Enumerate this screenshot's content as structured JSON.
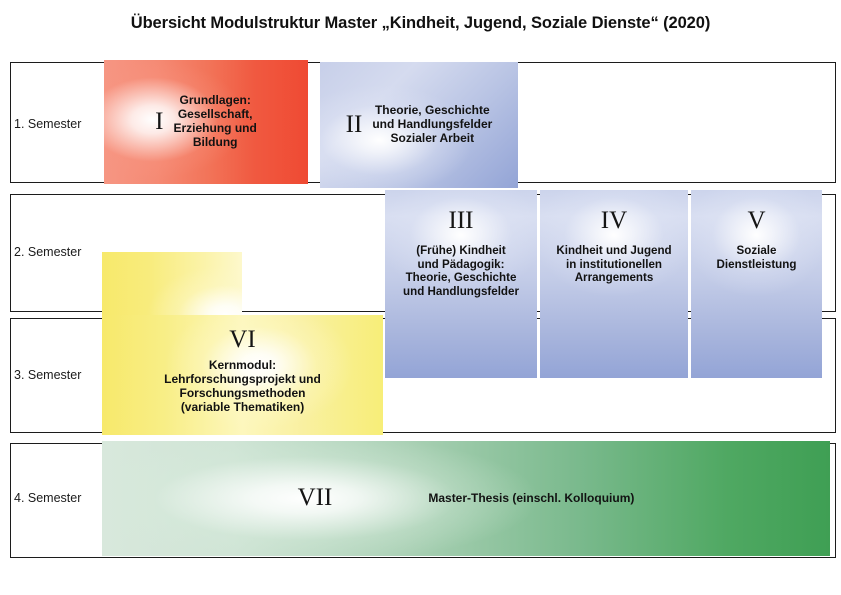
{
  "title": "Übersicht Modulstruktur Master „Kindheit, Jugend, Soziale Dienste“ (2020)",
  "rows": [
    {
      "label": "1. Semester"
    },
    {
      "label": "2. Semester"
    },
    {
      "label": "3. Semester"
    },
    {
      "label": "4. Semester"
    }
  ],
  "modules": [
    {
      "roman": "I",
      "text": "Grundlagen:\nGesellschaft,\nErziehung und\nBildung",
      "color": "#ef4a33"
    },
    {
      "roman": "II",
      "text": "Theorie, Geschichte\nund Handlungsfelder\nSozialer Arbeit",
      "color": "#93a4d6"
    },
    {
      "roman": "III",
      "text": "(Frühe) Kindheit\nund Pädagogik:\nTheorie, Geschichte\nund Handlungsfelder",
      "color": "#93a4d6"
    },
    {
      "roman": "IV",
      "text": "Kindheit und Jugend\nin institutionellen\nArrangements",
      "color": "#93a4d6"
    },
    {
      "roman": "V",
      "text": "Soziale\nDienstleistung",
      "color": "#93a4d6"
    },
    {
      "roman": "VI",
      "text": "Kernmodul:\nLehrforschungsprojekt und\nForschungsmethoden\n(variable Thematiken)",
      "color": "#f7ee78"
    },
    {
      "roman": "VII",
      "text": "Master-Thesis (einschl. Kolloquium)",
      "color": "#3f9f54"
    }
  ]
}
